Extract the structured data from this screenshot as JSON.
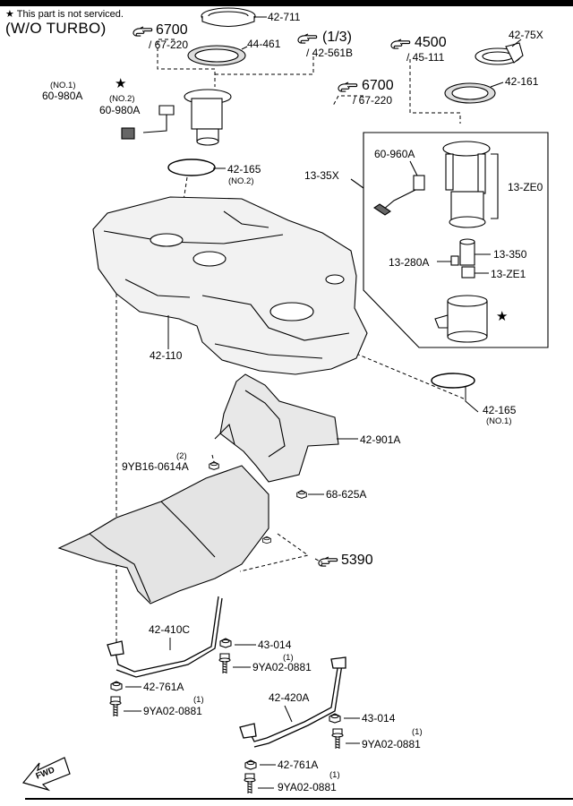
{
  "header": {
    "note_star": "★",
    "note": "This part is not serviced.",
    "title": "(W/O TURBO)"
  },
  "refs": {
    "r6700a": "6700",
    "r6700a_sub": "/ 67-220",
    "r13": "(1/3)",
    "r13_sub": "/ 42-561B",
    "r4500": "4500",
    "r4500_sub": "/ 45-111",
    "r6700b": "6700",
    "r6700b_sub": "/ 67-220",
    "r5390": "5390"
  },
  "labels": {
    "p42711": "42-711",
    "p44461": "44-461",
    "p4275x": "42-75X",
    "p42161": "42-161",
    "no1a": "(NO.1)",
    "p60980a_1": "60-980A",
    "no2a": "(NO.2)",
    "p60980a_2": "60-980A",
    "p42165_top": "42-165",
    "no2b": "(NO.2)",
    "p1335x": "13-35X",
    "p60960a": "60-960A",
    "p13ze0": "13-ZE0",
    "p13350": "13-350",
    "p13280a": "13-280A",
    "p13ze1": "13-ZE1",
    "star": "★",
    "p42110": "42-110",
    "p42165_bot": "42-165",
    "no1b": "(NO.1)",
    "p42901a": "42-901A",
    "qty2": "(2)",
    "p9yb16": "9YB16-0614A",
    "p68625a": "68-625A",
    "p42410c": "42-410C",
    "p43014a": "43-014",
    "qty1a": "(1)",
    "p9ya02a": "9YA02-0881",
    "p42761a_a": "42-761A",
    "qty1b": "(1)",
    "p9ya02b": "9YA02-0881",
    "p42420a": "42-420A",
    "p43014b": "43-014",
    "qty1c": "(1)",
    "p9ya02c": "9YA02-0881",
    "p42761a_b": "42-761A",
    "qty1d": "(1)",
    "p9ya02d": "9YA02-0881",
    "fwd": "FWD"
  }
}
